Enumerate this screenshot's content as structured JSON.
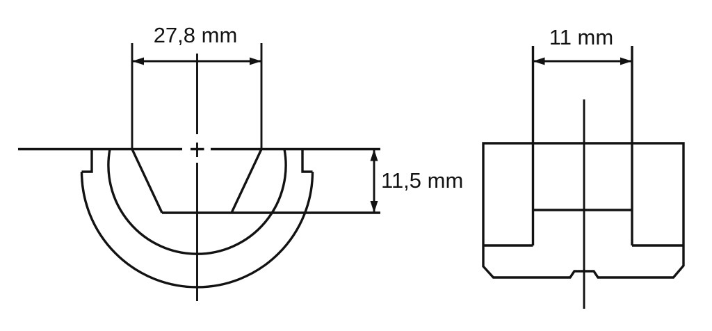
{
  "page": {
    "background": "#ffffff",
    "line_color": "#121212"
  },
  "diagram": {
    "kind": "technical-drawing",
    "description": "Two orthographic views of a grooved semicircular insert: left sectional view with a trapezoidal recess inside concentric semicircular arcs, right side elevation with central slot and chamfered bottom",
    "dimensions": {
      "groove_top_width": "27,8 mm",
      "groove_depth": "11,5 mm",
      "slot_width": "11 mm"
    }
  }
}
